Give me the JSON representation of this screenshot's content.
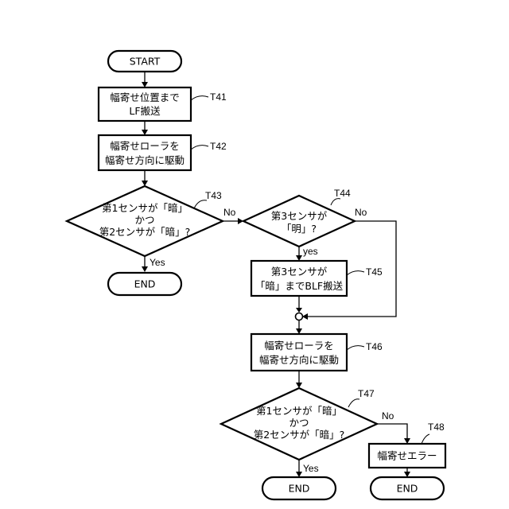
{
  "nodes": {
    "start": {
      "lines": [
        "START"
      ]
    },
    "t41": {
      "ref": "T41",
      "lines": [
        "幅寄せ位置まで",
        "LF搬送"
      ]
    },
    "t42": {
      "ref": "T42",
      "lines": [
        "幅寄せローラを",
        "幅寄せ方向に駆動"
      ]
    },
    "t43": {
      "ref": "T43",
      "lines": [
        "第1センサが「暗」",
        "かつ",
        "第2センサが「暗」?"
      ]
    },
    "end1": {
      "lines": [
        "END"
      ]
    },
    "t44": {
      "ref": "T44",
      "lines": [
        "第3センサが",
        "「明」?"
      ]
    },
    "t45": {
      "ref": "T45",
      "lines": [
        "第3センサが",
        "「暗」までBLF搬送"
      ]
    },
    "t46": {
      "ref": "T46",
      "lines": [
        "幅寄せローラを",
        "幅寄せ方向に駆動"
      ]
    },
    "t47": {
      "ref": "T47",
      "lines": [
        "第1センサが「暗」",
        "かつ",
        "第2センサが「暗」?"
      ]
    },
    "end2": {
      "lines": [
        "END"
      ]
    },
    "t48": {
      "ref": "T48",
      "lines": [
        "幅寄せエラー"
      ]
    },
    "end3": {
      "lines": [
        "END"
      ]
    }
  },
  "edge_labels": {
    "t43_no": "No",
    "t43_yes": "Yes",
    "t44_no": "No",
    "t44_yes": "yes",
    "t47_no": "No",
    "t47_yes": "Yes"
  }
}
